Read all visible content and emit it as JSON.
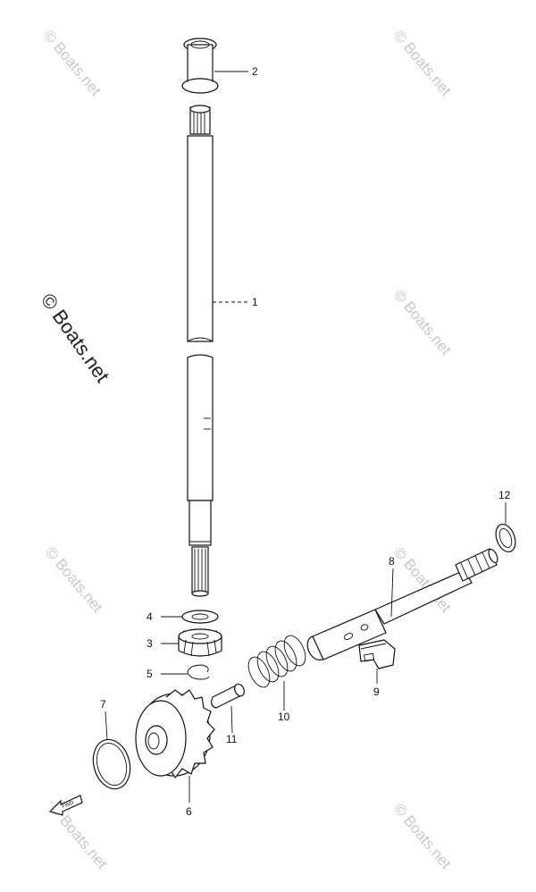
{
  "diagram": {
    "callouts": {
      "c1": "1",
      "c2": "2",
      "c3": "3",
      "c4": "4",
      "c5": "5",
      "c6": "6",
      "c7": "7",
      "c8": "8",
      "c9": "9",
      "c10": "10",
      "c11": "11",
      "c12": "12"
    },
    "fwd_label": "FWD",
    "watermark": {
      "text": "© Boats.net",
      "main_text": "© Boats.net"
    }
  }
}
